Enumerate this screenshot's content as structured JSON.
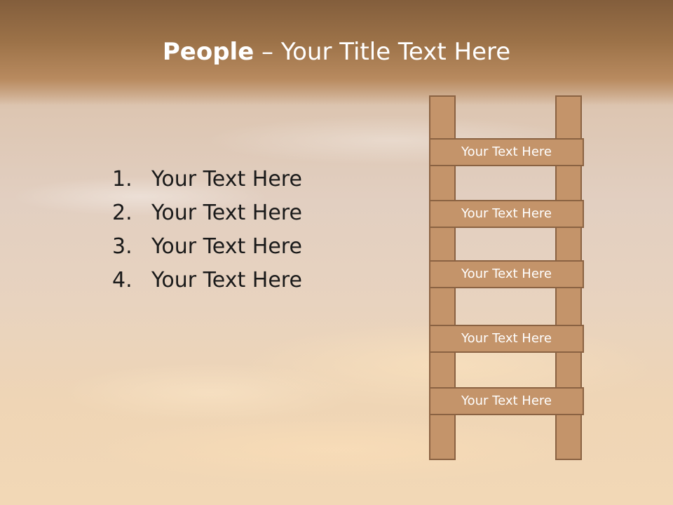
{
  "title": {
    "bold": "People",
    "rest": " – Your Title Text Here"
  },
  "list": [
    {
      "num": "1.",
      "text": "Your Text Here"
    },
    {
      "num": "2.",
      "text": "Your Text Here"
    },
    {
      "num": "3.",
      "text": "Your Text Here"
    },
    {
      "num": "4.",
      "text": "Your Text Here"
    }
  ],
  "ladder": {
    "rungs": [
      "Your Text Here",
      "Your Text Here",
      "Your Text Here",
      "Your Text Here",
      "Your Text Here"
    ]
  },
  "colors": {
    "title_band": "#9c7248",
    "ladder_fill": "#c4946a",
    "ladder_border": "#8a6242",
    "title_text": "#ffffff",
    "body_text": "#1a1a1a"
  }
}
